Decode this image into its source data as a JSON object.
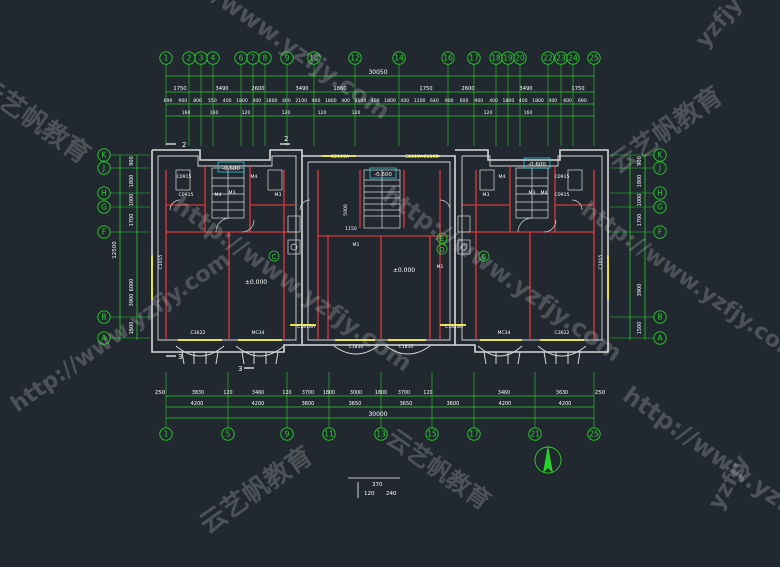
{
  "axes_top": [
    "1",
    "2",
    "3",
    "4",
    "6",
    "7",
    "8",
    "9",
    "10",
    "12",
    "14",
    "16",
    "17",
    "18",
    "19",
    "20",
    "22",
    "23",
    "24",
    "25"
  ],
  "axes_bottom": [
    "1",
    "5",
    "9",
    "11",
    "13",
    "15",
    "17",
    "21",
    "25"
  ],
  "axes_left": [
    "K",
    "J",
    "H",
    "G",
    "F",
    "B",
    "A"
  ],
  "axes_right": [
    "K",
    "J",
    "H",
    "G",
    "F",
    "B",
    "A"
  ],
  "dims_top_overall": "30050",
  "dims_top_row1": [
    "1750",
    "3490",
    "2600",
    "3490",
    "1860",
    "1750",
    "2600",
    "3490",
    "1750"
  ],
  "dims_top_row2": [
    "690",
    "900",
    "800",
    "550",
    "400",
    "1800",
    "400",
    "1800",
    "400",
    "2100",
    "400",
    "1800",
    "400",
    "2100",
    "400",
    "1800",
    "400",
    "1100",
    "640",
    "900",
    "600",
    "900",
    "400",
    "1800",
    "400",
    "1800",
    "400",
    "600",
    "690"
  ],
  "dims_top_row3": [
    "160",
    "160",
    "120",
    "120",
    "120",
    "120",
    "120",
    "160"
  ],
  "dims_bottom_row1": [
    "3830",
    "120",
    "3460",
    "120",
    "3700",
    "1800",
    "3000",
    "1800",
    "3700",
    "120",
    "3460",
    "3630"
  ],
  "dims_bottom_row2": [
    "4200",
    "4200",
    "3600",
    "3650",
    "3650",
    "3600",
    "4200",
    "4200"
  ],
  "dims_bottom_overall": "30000",
  "dims_bottom_side": "250",
  "dims_left": [
    "900",
    "1800",
    "1000",
    "1700",
    "6000",
    "3900",
    "1500"
  ],
  "dims_left_total": "12500",
  "dims_right": [
    "900",
    "1800",
    "1000",
    "1700",
    "3900",
    "1500"
  ],
  "room_labels": [
    "C2115A",
    "C1115",
    "C2115A",
    "C0915",
    "C0915",
    "C0915",
    "C0915",
    "M3",
    "M3",
    "M3",
    "M3",
    "M4",
    "M4",
    "M4",
    "M4",
    "M1",
    "1150",
    "5000",
    "C1015",
    "C1015",
    "C3622",
    "MC34",
    "MC34",
    "C3622",
    "C1818A",
    "C1818A",
    "C1830",
    "C1830",
    "M1"
  ],
  "levels": [
    "-0.600",
    "-0.600",
    "-0.600",
    "±0.000",
    "±0.000"
  ],
  "section_markers": [
    "2",
    "2",
    "3",
    "3"
  ],
  "grid_circles_mid": [
    "C",
    "C",
    "E",
    "D"
  ],
  "scale_note": [
    "120",
    "240",
    "370"
  ],
  "watermarks": [
    "http://www.yzfjy.com",
    "云艺帆教育",
    "yzfjy"
  ],
  "colors": {
    "background": "#212830",
    "walls": "#d8d8d8",
    "red": "#ff3b3b",
    "green": "#27d127",
    "yellow": "#e8e044",
    "cyan": "#35e0e0",
    "white": "#ffffff"
  }
}
